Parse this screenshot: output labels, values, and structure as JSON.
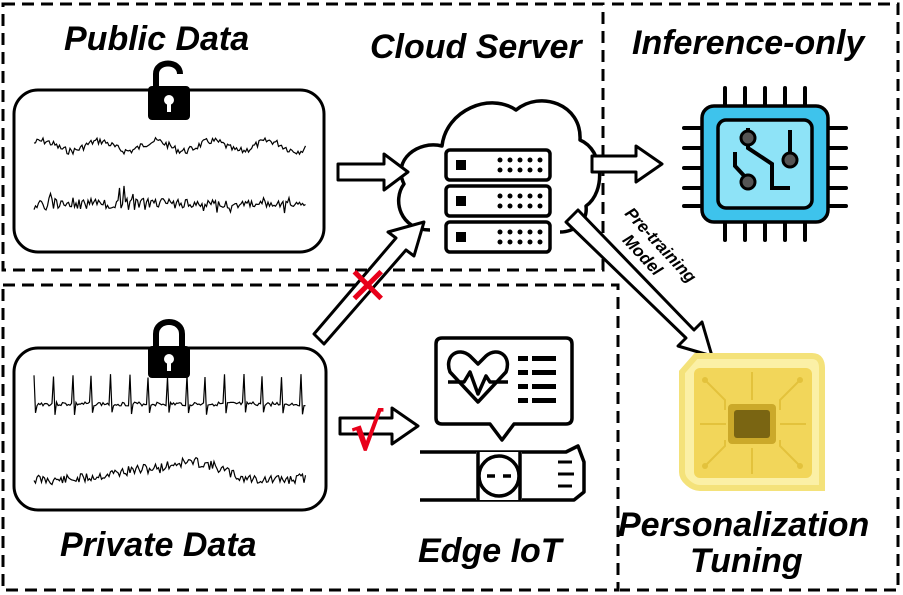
{
  "labels": {
    "public_data": "Public Data",
    "cloud_server": "Cloud Server",
    "inference_only": "Inference-only",
    "private_data": "Private Data",
    "edge_iot": "Edge IoT",
    "personalization_line1": "Personalization",
    "personalization_line2": "Tuning",
    "pretraining_line1": "Pre-training",
    "pretraining_line2": "Model",
    "denied_mark": "✕",
    "allowed_mark": "√"
  },
  "colors": {
    "denied": "#e8001a",
    "allowed": "#e8001a",
    "chip_cyan": "#3ec3ec",
    "chip_cyan_light": "#8ee3f7",
    "chip_gold": "#f2d65a",
    "chip_gold_glow": "#fbf0a6",
    "outline": "#000000"
  },
  "icons": {
    "public_lock": "unlocked-padlock-icon",
    "private_lock": "locked-padlock-icon",
    "cloud": "cloud-server-icon",
    "inference_chip": "cpu-chip-icon",
    "personal_chip": "gold-chip-icon",
    "edge_device": "smartwatch-heart-icon"
  }
}
